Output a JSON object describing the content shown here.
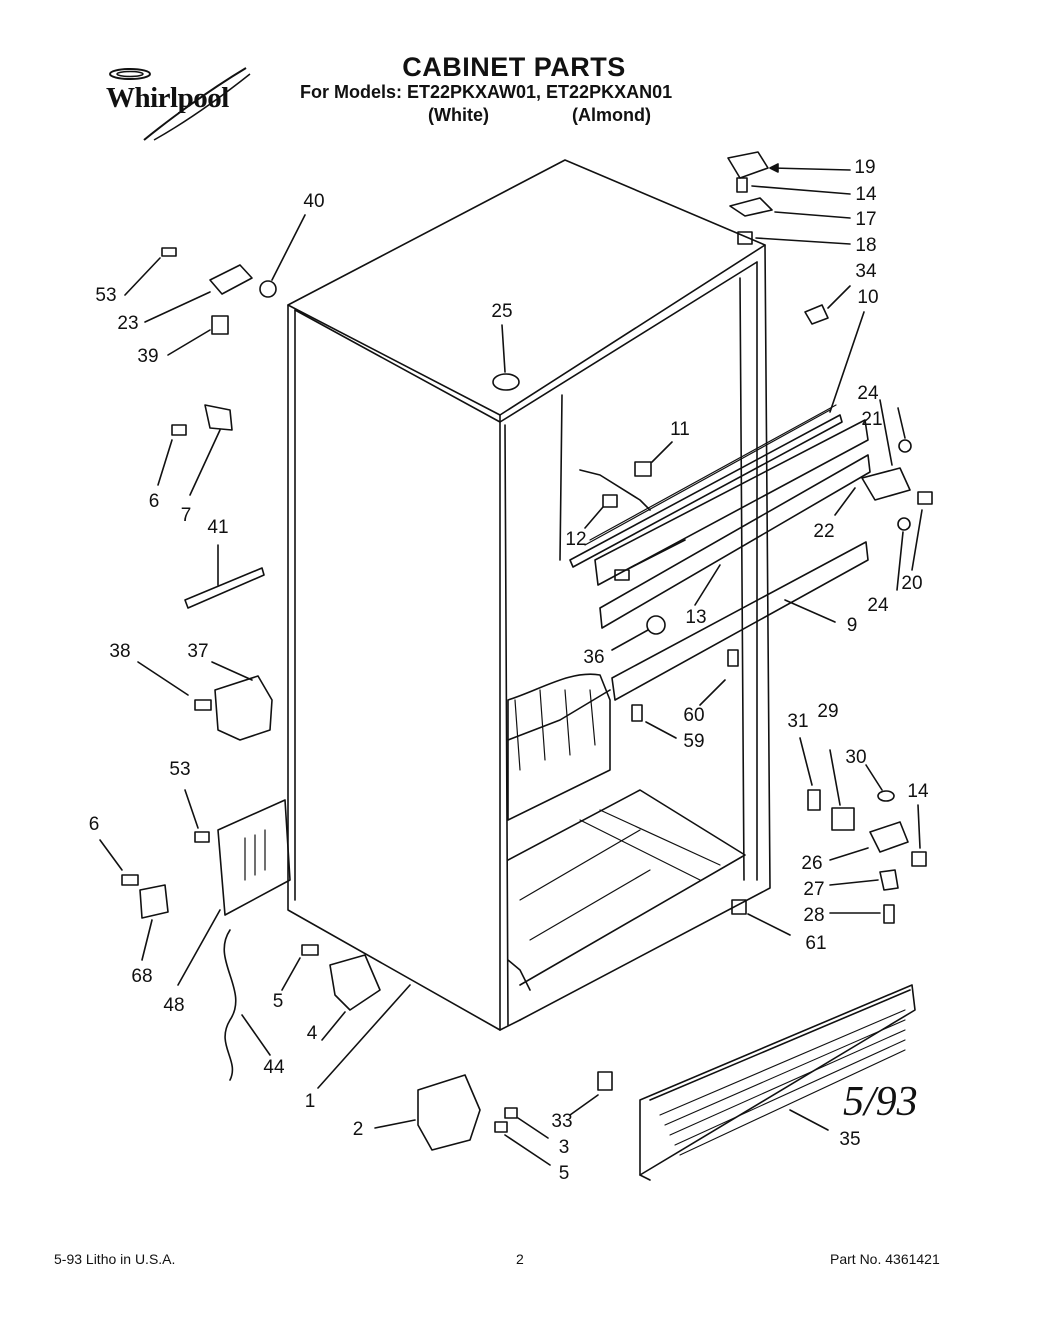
{
  "header": {
    "title": "CABINET PARTS",
    "models_line": "For Models: ET22PKXAW01, ET22PKXAN01",
    "white_label": "(White)",
    "almond_label": "(Almond)"
  },
  "logo": {
    "brand": "Whirlpool",
    "icon": "whirlpool-swirl-logo"
  },
  "part_labels": [
    "19",
    "14",
    "17",
    "18",
    "34",
    "10",
    "40",
    "53",
    "23",
    "39",
    "25",
    "24",
    "21",
    "11",
    "6",
    "7",
    "12",
    "22",
    "41",
    "13",
    "9",
    "20",
    "24",
    "38",
    "37",
    "36",
    "60",
    "59",
    "31",
    "29",
    "30",
    "14",
    "53",
    "6",
    "26",
    "27",
    "28",
    "61",
    "68",
    "48",
    "5",
    "4",
    "44",
    "1",
    "2",
    "33",
    "3",
    "5",
    "35"
  ],
  "handwritten_note": "5/93",
  "footer": {
    "left": "5-93  Litho in U.S.A.",
    "center": "2",
    "right": "Part No. 4361421"
  }
}
